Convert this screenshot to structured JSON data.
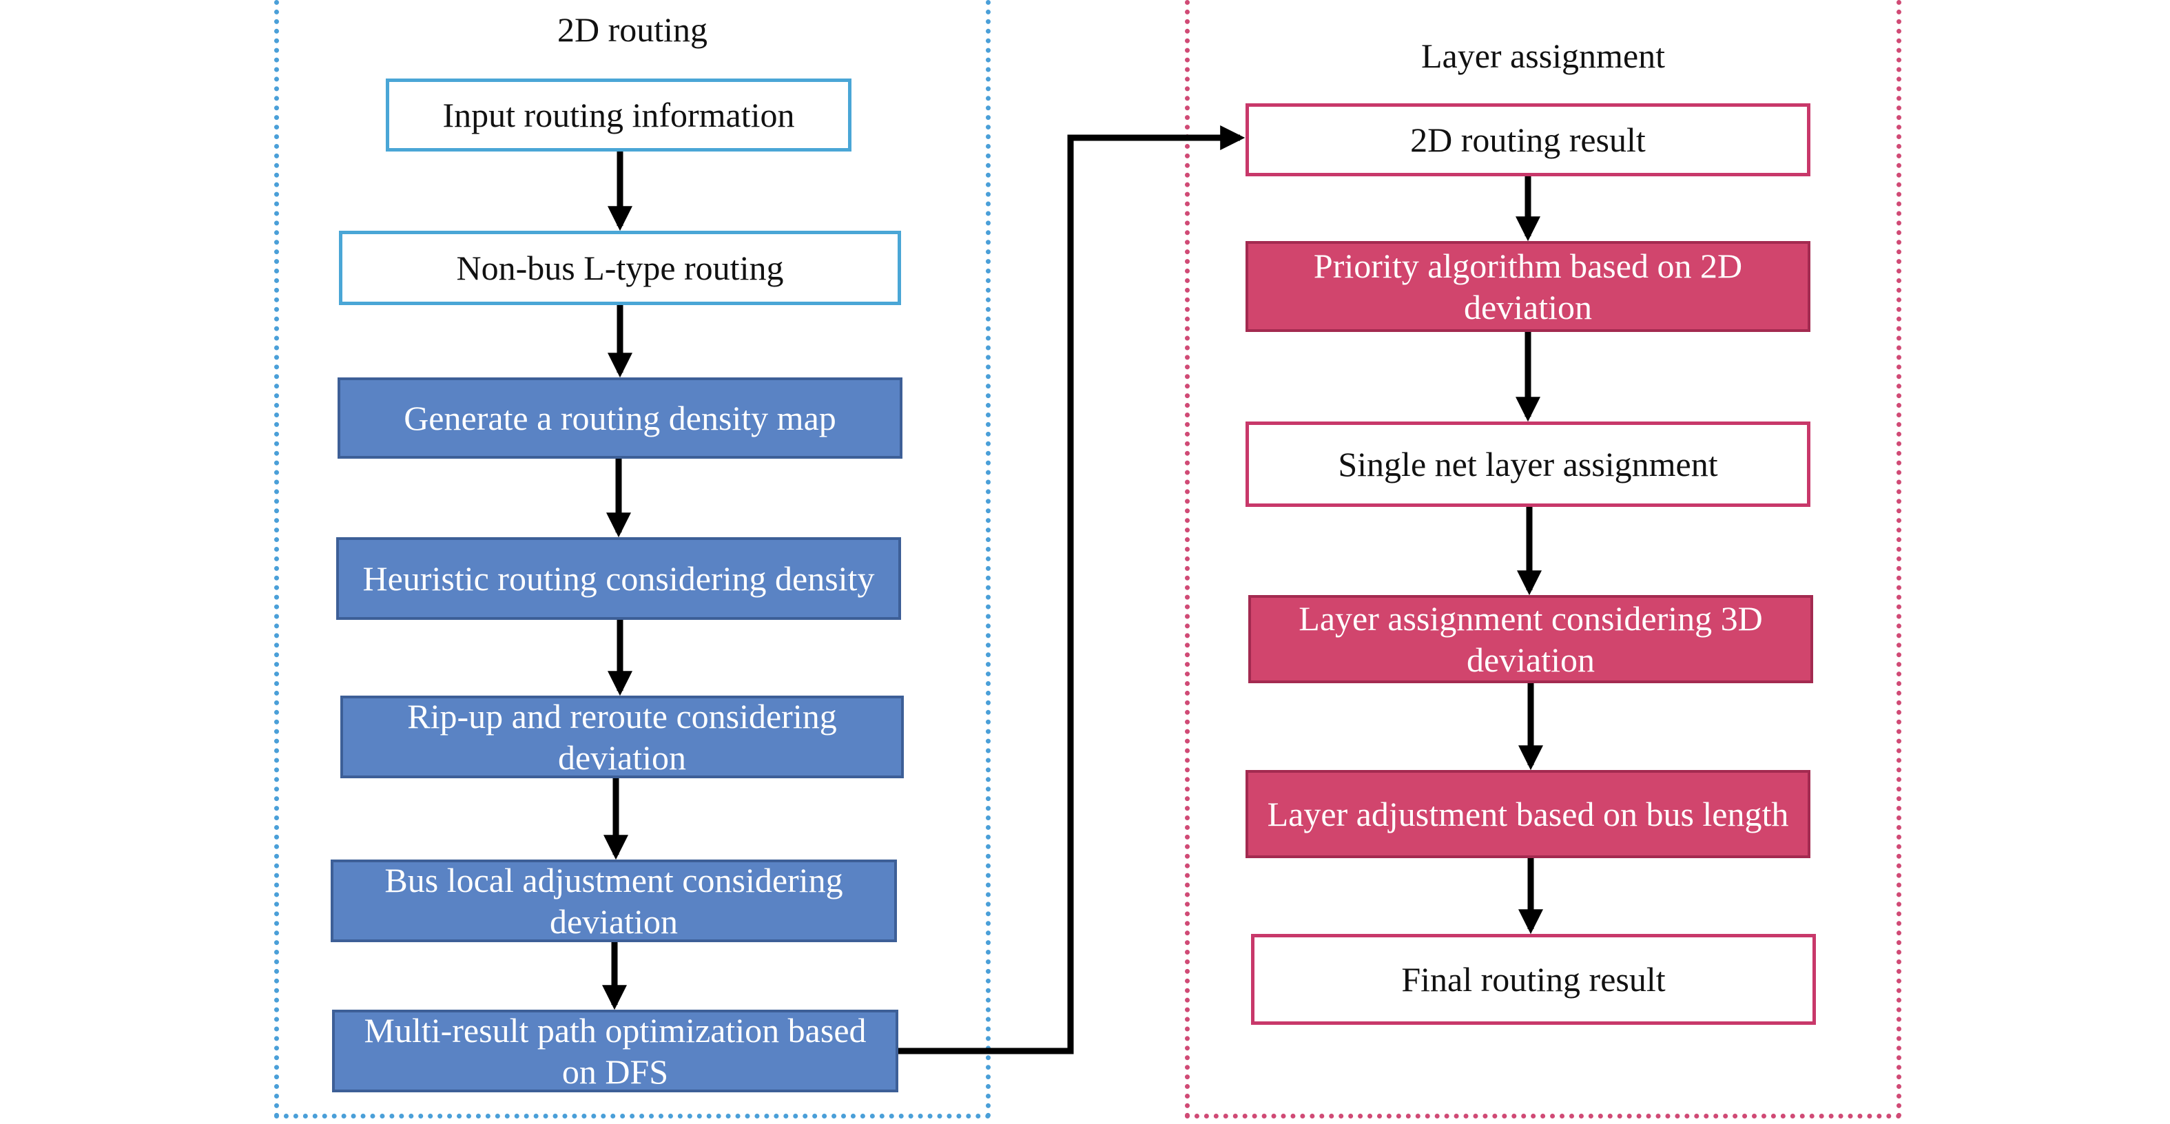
{
  "left_panel": {
    "title": "2D routing",
    "steps": [
      "Input routing information",
      "Non-bus L-type routing",
      "Generate a routing density map",
      "Heuristic routing considering density",
      "Rip-up and reroute considering deviation",
      "Bus local adjustment considering deviation",
      "Multi-result path optimization based on DFS"
    ]
  },
  "right_panel": {
    "title": "Layer assignment",
    "steps": [
      "2D routing result",
      "Priority algorithm based on 2D deviation",
      "Single net layer assignment",
      "Layer assignment considering 3D deviation",
      "Layer adjustment based on bus length",
      "Final routing result"
    ]
  },
  "colors": {
    "left_accent": "#4a9fd8",
    "left_fill": "#5a83c4",
    "right_accent": "#d04a75",
    "right_fill": "#d1456d"
  }
}
